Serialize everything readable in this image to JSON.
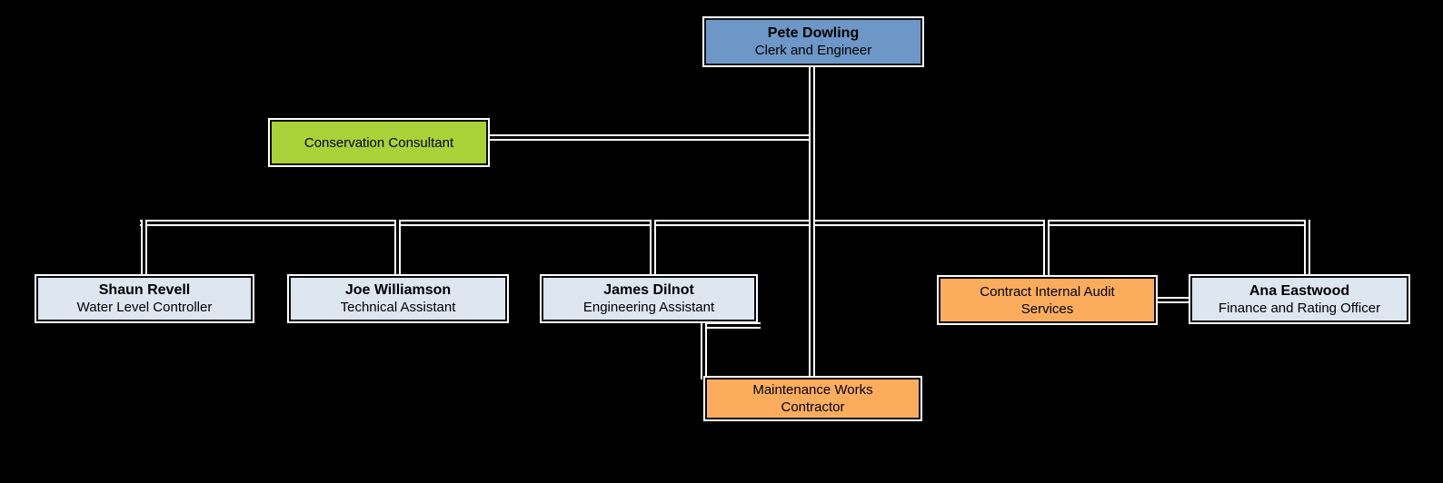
{
  "diagram": {
    "type": "org-chart",
    "nodes": {
      "pete": {
        "name": "Pete Dowling",
        "title": "Clerk and Engineer",
        "fill": "#6D97C7"
      },
      "conservation": {
        "name": "Conservation Consultant",
        "fill": "#A8D237"
      },
      "shaun": {
        "name": "Shaun Revell",
        "title": "Water Level Controller",
        "fill": "#DEE6F0"
      },
      "joe": {
        "name": "Joe Williamson",
        "title": "Technical Assistant",
        "fill": "#DEE6F0"
      },
      "james": {
        "name": "James Dilnot",
        "title": "Engineering Assistant",
        "fill": "#DEE6F0"
      },
      "contract": {
        "name": "Contract Internal Audit Services",
        "fill": "#FBAD5D"
      },
      "ana": {
        "name": "Ana Eastwood",
        "title": "Finance and Rating Officer",
        "fill": "#DEE6F0"
      },
      "maintenance": {
        "name": "Maintenance Works Contractor",
        "fill": "#FBAD5D"
      }
    },
    "edges": [
      {
        "from": "pete",
        "to": "conservation",
        "style": "side-link"
      },
      {
        "from": "pete",
        "to": "shaun"
      },
      {
        "from": "pete",
        "to": "joe"
      },
      {
        "from": "pete",
        "to": "james"
      },
      {
        "from": "pete",
        "to": "contract"
      },
      {
        "from": "pete",
        "to": "ana"
      },
      {
        "from": "pete",
        "to": "maintenance"
      },
      {
        "from": "james",
        "to": "maintenance"
      },
      {
        "from": "contract",
        "to": "ana",
        "style": "lateral-link"
      }
    ],
    "colors": {
      "background": "#000000",
      "connector_line": "#FFFFFF",
      "box_border": "#0A0A0A",
      "blue": "#6D97C7",
      "green": "#A8D237",
      "light_gray_blue": "#DEE6F0",
      "orange": "#FBAD5D",
      "text": "#000000"
    }
  }
}
